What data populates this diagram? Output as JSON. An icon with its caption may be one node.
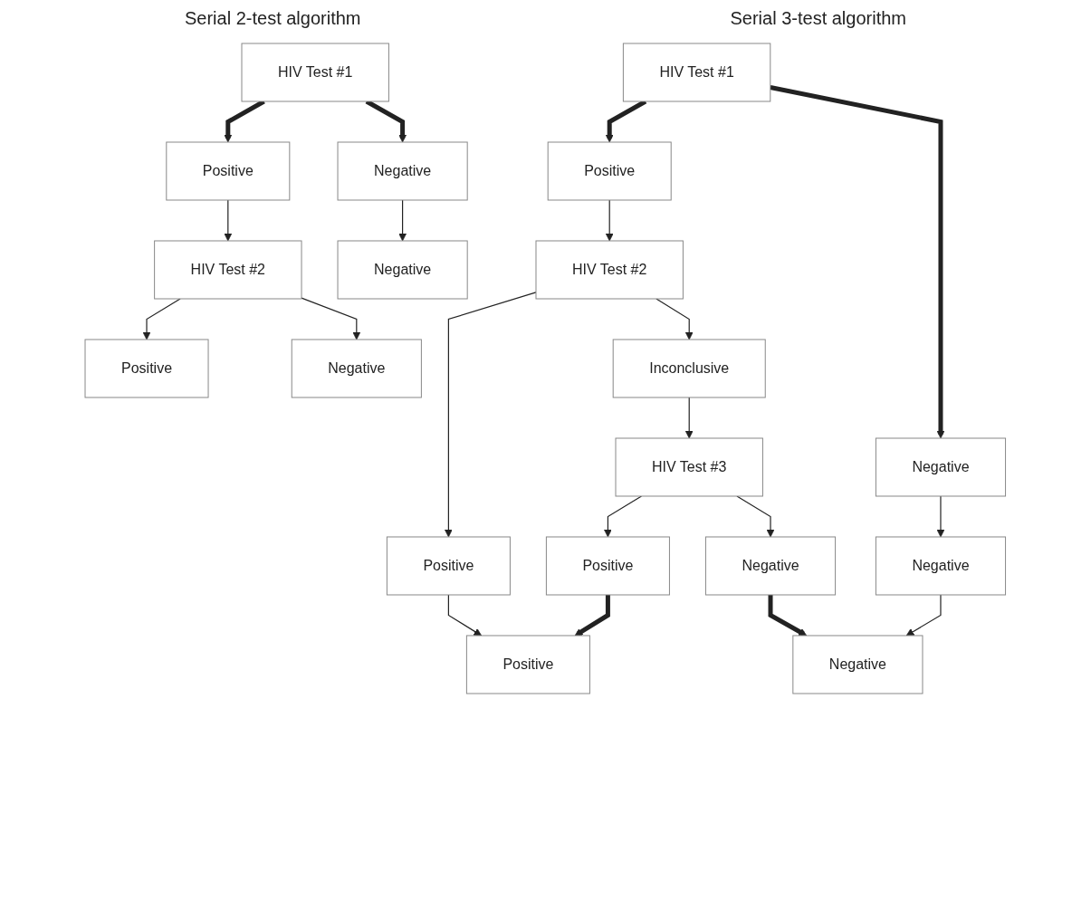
{
  "diagram": {
    "nodes": [
      {
        "text": [
          "HIV Test #1"
        ]
      },
      {
        "text": [
          "Positive"
        ]
      },
      {
        "text": [
          "Negative"
        ]
      },
      {
        "text": [
          "HIV Test #2"
        ]
      },
      {
        "text": [
          "Positive"
        ]
      },
      {
        "text": [
          "Negative"
        ]
      },
      {
        "text": [
          "Negative"
        ]
      },
      {
        "text": [
          "HIV Test #1"
        ]
      },
      {
        "text": [
          "Positive"
        ]
      },
      {
        "text": [
          "Negative"
        ]
      },
      {
        "text": [
          "HIV Test #2"
        ]
      },
      {
        "text": [
          "Positive"
        ]
      },
      {
        "text": [
          "Inconclusive"
        ]
      },
      {
        "text": [
          "Negative"
        ]
      },
      {
        "text": [
          "HIV Test #3"
        ]
      },
      {
        "text": [
          "Positive"
        ]
      },
      {
        "text": [
          "Negative"
        ]
      },
      {
        "text": [
          "Positive"
        ]
      },
      {
        "text": [
          "Negative"
        ]
      }
    ],
    "edges": [
      {
        "from": 0,
        "to": 1,
        "arrow": "to",
        "style": "thick"
      },
      {
        "from": 0,
        "to": 2,
        "arrow": "to",
        "style": "thick"
      },
      {
        "from": 1,
        "to": 3,
        "arrow": "to"
      },
      {
        "from": 3,
        "to": 4,
        "arrow": "to"
      },
      {
        "from": 3,
        "to": 5,
        "arrow": "to"
      },
      {
        "from": 2,
        "to": 6,
        "arrow": "to"
      },
      {
        "from": 7,
        "to": 8,
        "arrow": "to",
        "style": "thick"
      },
      {
        "from": 7,
        "to": 9,
        "arrow": "to",
        "style": "thick"
      },
      {
        "from": 8,
        "to": 10,
        "arrow": "to"
      },
      {
        "from": 10,
        "to": 11,
        "arrow": "to"
      },
      {
        "from": 10,
        "to": 12,
        "arrow": "to"
      },
      {
        "from": 9,
        "to": 13,
        "arrow": "to"
      },
      {
        "from": 12,
        "to": 14,
        "arrow": "to"
      },
      {
        "from": 14,
        "to": 15,
        "arrow": "to"
      },
      {
        "from": 14,
        "to": 16,
        "arrow": "to"
      },
      {
        "from": 11,
        "to": 17,
        "arrow": "to"
      },
      {
        "from": 15,
        "to": 17,
        "arrow": "to",
        "style": "thick"
      },
      {
        "from": 16,
        "to": 18,
        "arrow": "to",
        "style": "thick"
      },
      {
        "from": 13,
        "to": 18,
        "arrow": "to"
      }
    ],
    "labels": [
      "Serial 2-test algorithm",
      "Serial 3-test algorithm"
    ]
  }
}
